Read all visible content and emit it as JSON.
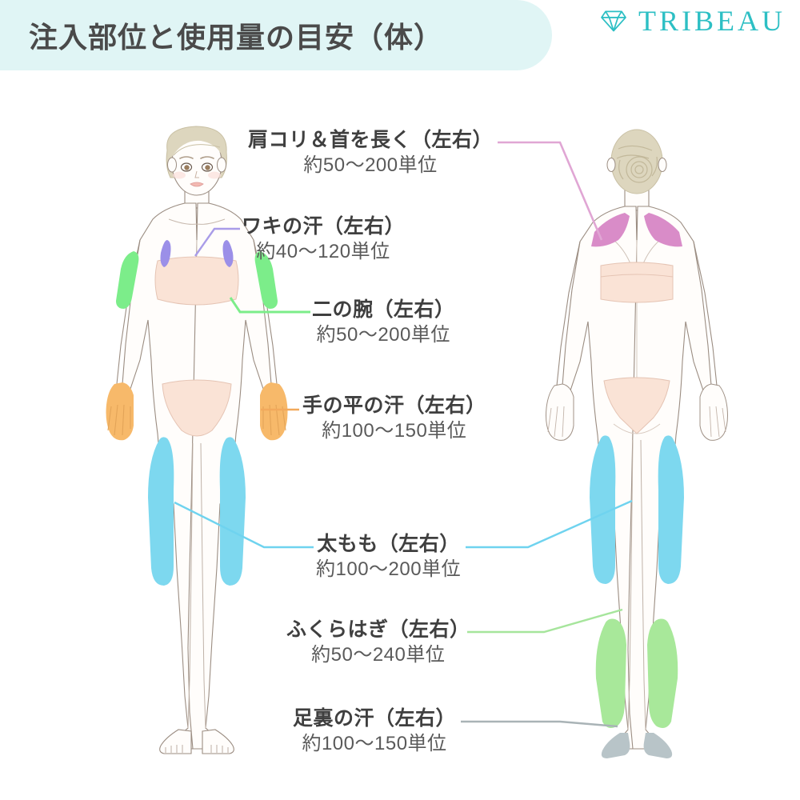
{
  "header": {
    "title": "注入部位と使用量の目安（体）",
    "banner_color": "#e0f5f5"
  },
  "brand": {
    "name": "TRIBEAU",
    "icon": "diamond-icon",
    "color": "#2dbfc4"
  },
  "figures": {
    "front": {
      "view_label": "front-body-figure"
    },
    "back": {
      "view_label": "back-body-figure"
    }
  },
  "callouts": [
    {
      "id": "shoulder",
      "title": "肩コリ＆首を長く（左右）",
      "dose": "約50〜200単位",
      "marker_color": "#d98cc8",
      "line_color": "#e0a6d4"
    },
    {
      "id": "armpit",
      "title": "ワキの汗（左右）",
      "dose": "約40〜120単位",
      "marker_color": "#9b8fe8",
      "line_color": "#a99ce8"
    },
    {
      "id": "upperarm",
      "title": "二の腕（左右）",
      "dose": "約50〜200単位",
      "marker_color": "#7ced8a",
      "line_color": "#7ced8a"
    },
    {
      "id": "palm",
      "title": "手の平の汗（左右）",
      "dose": "約100〜150単位",
      "marker_color": "#f7b96a",
      "line_color": "#f2a95c"
    },
    {
      "id": "thigh",
      "title": "太もも（左右）",
      "dose": "約100〜200単位",
      "marker_color": "#7dd8ef",
      "line_color": "#6fd3ef"
    },
    {
      "id": "calf",
      "title": "ふくらはぎ（左右）",
      "dose": "約50〜240単位",
      "marker_color": "#a8e89a",
      "line_color": "#a6e59c"
    },
    {
      "id": "sole",
      "title": "足裏の汗（左右）",
      "dose": "約100〜150単位",
      "marker_color": "#b8c4c8",
      "line_color": "#a9b3b6"
    }
  ],
  "palette": {
    "skin_outline": "#8b7d73",
    "hair": "#ddd6be",
    "underwear": "#fae3d6",
    "text_dark": "#3f3f3f",
    "text_mid": "#5a5a5a",
    "background": "#ffffff"
  }
}
